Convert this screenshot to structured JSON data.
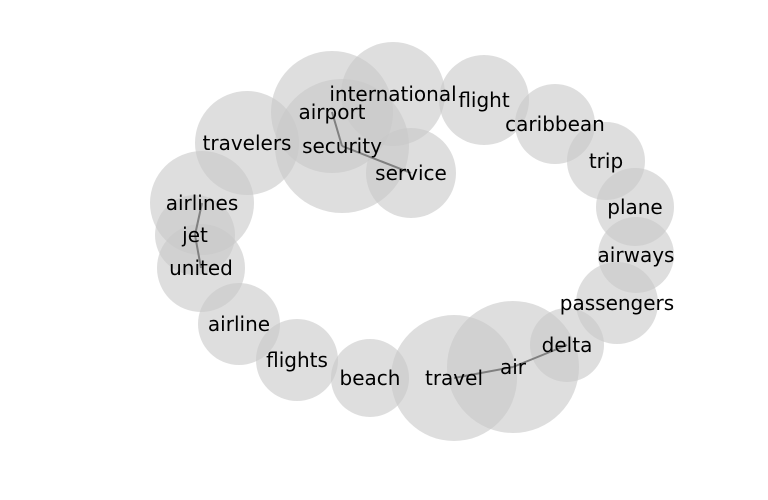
{
  "diagram": {
    "bubble_color": "#c8c8c8",
    "edge_color": "#808080",
    "text_color": "#000000",
    "words": [
      {
        "id": "international",
        "label": "international"
      },
      {
        "id": "airport",
        "label": "airport"
      },
      {
        "id": "security",
        "label": "security"
      },
      {
        "id": "service",
        "label": "service"
      },
      {
        "id": "flight",
        "label": "flight"
      },
      {
        "id": "caribbean",
        "label": "caribbean"
      },
      {
        "id": "trip",
        "label": "trip"
      },
      {
        "id": "plane",
        "label": "plane"
      },
      {
        "id": "airways",
        "label": "airways"
      },
      {
        "id": "passengers",
        "label": "passengers"
      },
      {
        "id": "delta",
        "label": "delta"
      },
      {
        "id": "air",
        "label": "air"
      },
      {
        "id": "travel",
        "label": "travel"
      },
      {
        "id": "beach",
        "label": "beach"
      },
      {
        "id": "flights",
        "label": "flights"
      },
      {
        "id": "airline",
        "label": "airline"
      },
      {
        "id": "united",
        "label": "united"
      },
      {
        "id": "jet",
        "label": "jet"
      },
      {
        "id": "airlines",
        "label": "airlines"
      },
      {
        "id": "travelers",
        "label": "travelers"
      }
    ],
    "links": [
      {
        "from": "airport",
        "to": "security"
      },
      {
        "from": "security",
        "to": "service"
      },
      {
        "from": "airlines",
        "to": "jet"
      },
      {
        "from": "jet",
        "to": "united"
      },
      {
        "from": "air",
        "to": "delta"
      },
      {
        "from": "travel",
        "to": "air"
      }
    ]
  }
}
